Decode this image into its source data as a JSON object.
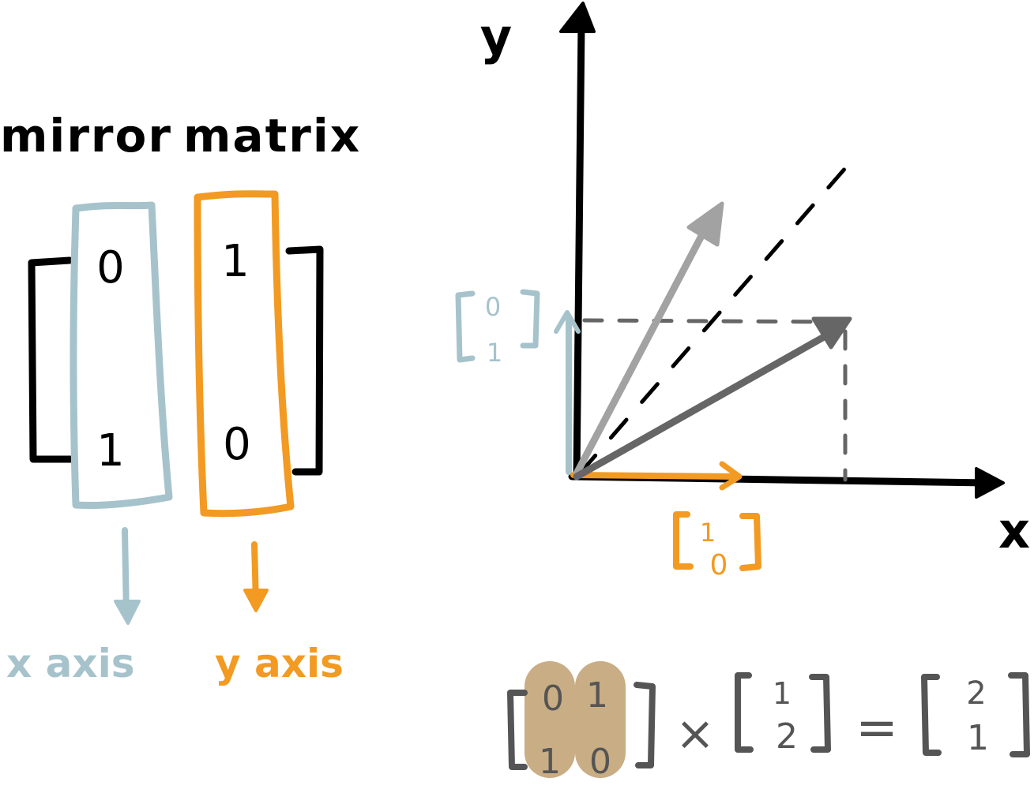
{
  "title": {
    "word1": "mirror",
    "word2": "matrix"
  },
  "matrix": {
    "col1": [
      "0",
      "1"
    ],
    "col2": [
      "1",
      "0"
    ]
  },
  "labels": {
    "col1_axis": "x axis",
    "col2_axis": "y axis"
  },
  "plot": {
    "x_axis_label": "x",
    "y_axis_label": "y",
    "basis_x": [
      "1",
      "0"
    ],
    "basis_y": [
      "0",
      "1"
    ]
  },
  "equation": {
    "matrix": [
      [
        "0",
        "1"
      ],
      [
        "1",
        "0"
      ]
    ],
    "times": "×",
    "input": [
      "1",
      "2"
    ],
    "equals": "=",
    "output": [
      "2",
      "1"
    ]
  },
  "colors": {
    "ink": "#000000",
    "blue": "#a6c3cc",
    "orange": "#f29a22",
    "gray_light": "#a2a2a2",
    "gray_dark": "#666666",
    "tan": "#c9ad84",
    "eq_ink": "#555555"
  }
}
